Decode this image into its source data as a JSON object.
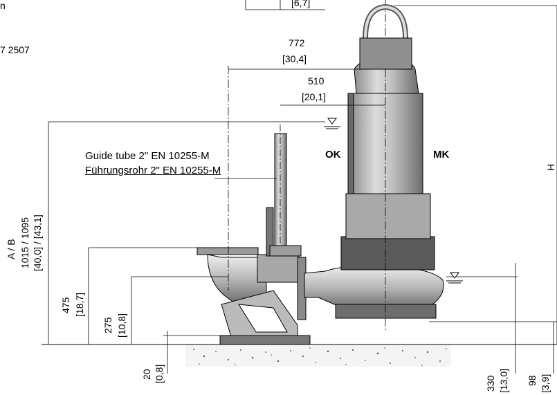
{
  "corner": {
    "line1": "n",
    "line2": "7 2507"
  },
  "dimensions": {
    "top_small": "6,7",
    "d772": {
      "mm": "772",
      "in": "30,4"
    },
    "d510": {
      "mm": "510",
      "in": "20,1"
    },
    "d475": {
      "mm": "475",
      "in": "18,7"
    },
    "d275": {
      "mm": "275",
      "in": "10,8"
    },
    "d20": {
      "mm": "20",
      "in": "0,8"
    },
    "d330": {
      "mm": "330",
      "in": "13,0"
    },
    "d98": {
      "mm": "98",
      "in": "3,9"
    },
    "ab": {
      "label": "A  /  B",
      "mm": "1015  / 1095",
      "in": "40,0] / [43,1"
    },
    "h": "H"
  },
  "labels": {
    "guide_en": "Guide tube 2\" EN 10255-M",
    "guide_de": "Führungsrohr 2\" EN 10255-M",
    "ok": "OK",
    "mk": "MK"
  }
}
